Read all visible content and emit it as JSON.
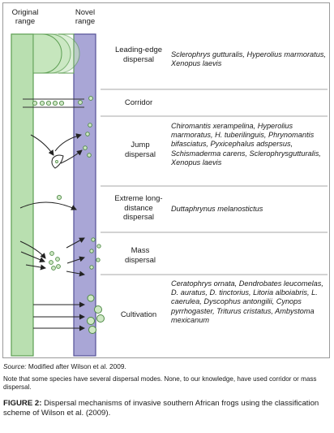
{
  "columns": {
    "original": "Original range",
    "novel": "Novel range"
  },
  "rows": [
    {
      "mode": "Leading-edge dispersal",
      "species": "Sclerophrys gutturalis, Hyperolius marmoratus, Xenopus laevis"
    },
    {
      "mode": "Corridor",
      "species": ""
    },
    {
      "mode": "Jump dispersal",
      "species": "Chiromantis xerampelina, Hyperolius marmoratus, H. tuberilinguis, Phrynomantis bifasciatus, Pyxicephalus adspersus, Schismaderma carens, Sclerophrysgutturalis, Xenopus laevis"
    },
    {
      "mode": "Extreme long-distance dispersal",
      "species": "Duttaphrynus melanostictus"
    },
    {
      "mode": "Mass dispersal",
      "species": ""
    },
    {
      "mode": "Cultivation",
      "species": "Ceratophrys ornata, Dendrobates leucomelas, D. auratus, D. tinctorius, Litoria alboiabris, L. caerulea, Dyscophus antongilii, Cynops pyrrhogaster, Triturus cristatus, Ambystoma mexicanum"
    }
  ],
  "source": {
    "label": "Source:",
    "text": "Modified after Wilson et al. 2009."
  },
  "note": "Note that some species have several dispersal modes. None, to our knowledge, have used corridor or mass dispersal.",
  "caption": {
    "label": "FIGURE 2:",
    "text": "Dispersal mechanisms of invasive southern African frogs using the classification scheme of Wilson et al. (2009)."
  },
  "colors": {
    "original_fill": "#b9dfb0",
    "original_stroke": "#5c9e52",
    "novel_fill": "#a9a6d6",
    "novel_stroke": "#545096",
    "dot_fill": "#cfe8c5"
  }
}
